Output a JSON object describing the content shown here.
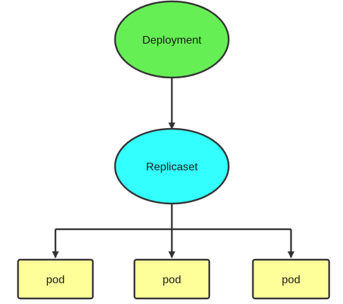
{
  "diagram": {
    "nodes": {
      "deployment": {
        "label": "Deployment",
        "fill": "#66ee55"
      },
      "replicaset": {
        "label": "Replicaset",
        "fill": "#33ffff"
      },
      "pods": [
        {
          "label": "pod",
          "fill": "#ffff99"
        },
        {
          "label": "pod",
          "fill": "#ffff99"
        },
        {
          "label": "pod",
          "fill": "#ffff99"
        }
      ]
    },
    "stroke_color": "#333333"
  }
}
